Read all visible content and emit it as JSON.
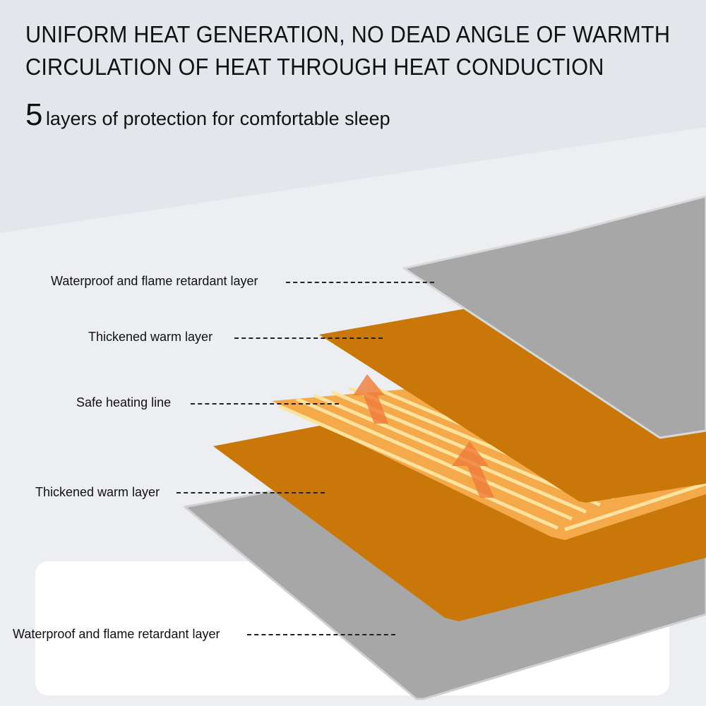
{
  "headline": {
    "line1": "UNIFORM HEAT GENERATION, NO DEAD ANGLE OF WARMTH",
    "line2": "CIRCULATION OF HEAT THROUGH HEAT CONDUCTION"
  },
  "subtitle": {
    "number": "5",
    "text": "layers of protection for comfortable sleep"
  },
  "layers": [
    {
      "label": "Waterproof and flame retardant layer"
    },
    {
      "label": "Thickened warm layer"
    },
    {
      "label": "Safe heating line"
    },
    {
      "label": "Thickened warm layer"
    },
    {
      "label": "Waterproof and flame retardant layer"
    }
  ],
  "colors": {
    "gray_layer": "#a7a7a7",
    "orange_layer": "#c97708",
    "heating_line": "#f3b74c",
    "background": "#e3e6ea"
  }
}
